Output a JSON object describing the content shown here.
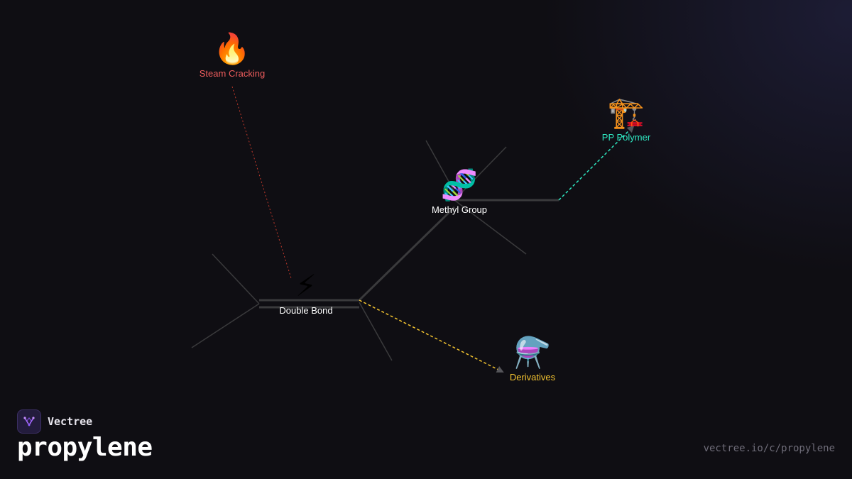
{
  "brand": {
    "name": "Vectree"
  },
  "title": "propylene",
  "url": "vectree.io/c/propylene",
  "nodes": {
    "steam_cracking": {
      "icon": "fire-icon",
      "emoji": "🔥",
      "label": "Steam Cracking",
      "color": "#ef5d5d"
    },
    "double_bond": {
      "icon": "lightning-icon",
      "emoji": "⚡",
      "label": "Double Bond",
      "color": "#ffffff"
    },
    "methyl_group": {
      "icon": "dna-icon",
      "emoji": "🧬",
      "label": "Methyl Group",
      "color": "#ffffff"
    },
    "pp_polymer": {
      "icon": "crane-icon",
      "emoji": "🏗️",
      "label": "PP Polymer",
      "color": "#2ee6c0"
    },
    "derivatives": {
      "icon": "flask-icon",
      "emoji": "⚗️",
      "label": "Derivatives",
      "color": "#f4c430"
    }
  },
  "colors": {
    "background": "#0f0e13",
    "skeleton": "#3a3a3c",
    "steam_link": "#c0392b",
    "polymer_link": "#2ee6c0",
    "derivatives_link": "#f4c430"
  }
}
